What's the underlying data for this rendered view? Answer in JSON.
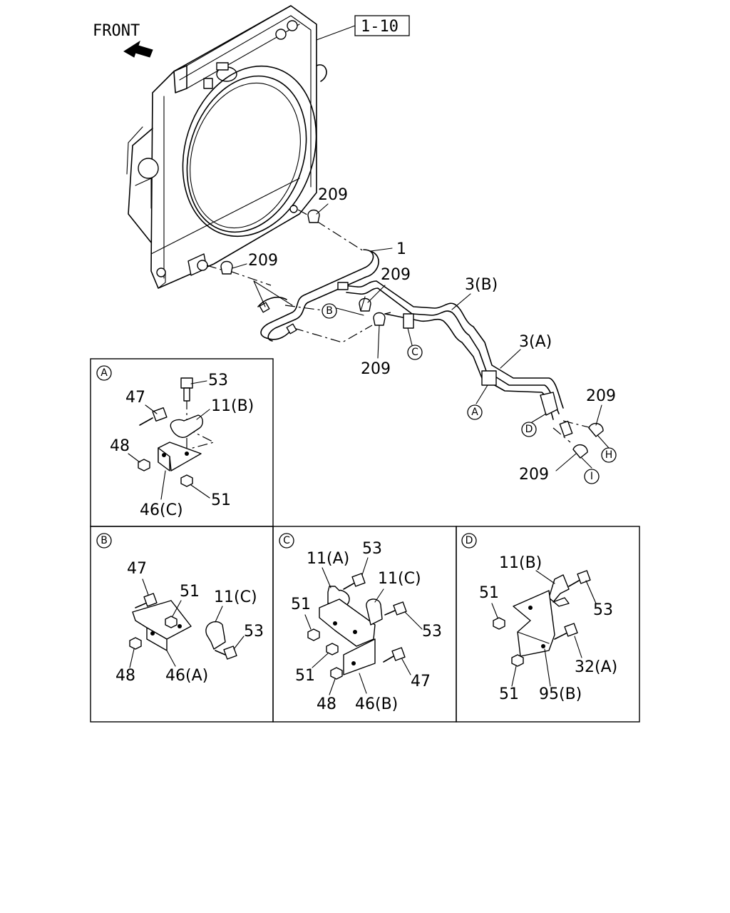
{
  "front_label": "FRONT",
  "ref_box": "1-10",
  "main_labels": {
    "p209_top": "209",
    "p1": "1",
    "p209_mid": "209",
    "p209_right": "209",
    "p3b": "3(B)",
    "p3a": "3(A)",
    "p209_low": "209",
    "p209_far": "209",
    "p209_bottom": "209"
  },
  "callouts": {
    "A": "A",
    "B": "B",
    "C": "C",
    "D": "D",
    "H": "H",
    "I": "I"
  },
  "panels": {
    "A": {
      "key": "A",
      "labels": {
        "53": "53",
        "47": "47",
        "11b": "11(B)",
        "48": "48",
        "51": "51",
        "46c": "46(C)"
      }
    },
    "B": {
      "key": "B",
      "labels": {
        "47": "47",
        "51": "51",
        "11c": "11(C)",
        "53": "53",
        "48": "48",
        "46a": "46(A)"
      }
    },
    "C": {
      "key": "C",
      "labels": {
        "11a": "11(A)",
        "53a": "53",
        "11c": "11(C)",
        "51a": "51",
        "53b": "53",
        "51b": "51",
        "47": "47",
        "48": "48",
        "46b": "46(B)"
      }
    },
    "D": {
      "key": "D",
      "labels": {
        "11b": "11(B)",
        "51a": "51",
        "53": "53",
        "32a": "32(A)",
        "51b": "51",
        "95b": "95(B)"
      }
    }
  }
}
